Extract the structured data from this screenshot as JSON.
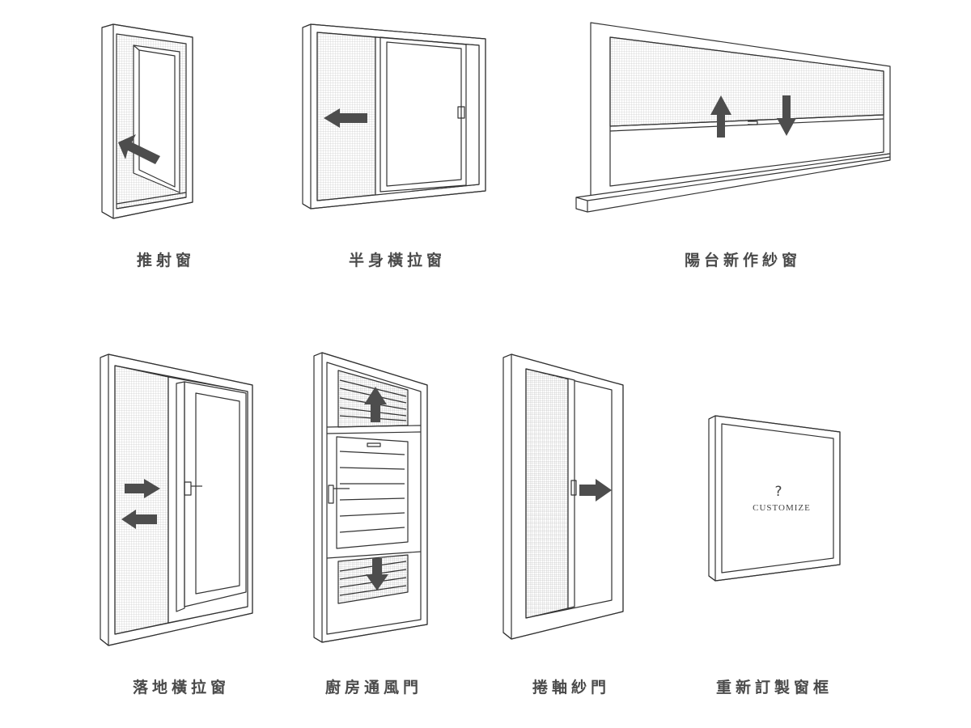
{
  "colors": {
    "line": "#333333",
    "mesh": "#cfcfcf",
    "arrow": "#4d4d4d",
    "label": "#4a4a4a"
  },
  "products": [
    {
      "label": "推射窗",
      "arrow_icons": [
        "arrow-up-left-icon"
      ]
    },
    {
      "label": "半身橫拉窗",
      "arrow_icons": [
        "arrow-left-icon"
      ]
    },
    {
      "label": "陽台新作紗窗",
      "arrow_icons": [
        "arrow-up-icon",
        "arrow-down-icon"
      ]
    },
    {
      "label": "落地橫拉窗",
      "arrow_icons": [
        "arrow-right-icon",
        "arrow-left-icon"
      ]
    },
    {
      "label": "廚房通風門",
      "arrow_icons": [
        "arrow-up-icon",
        "arrow-down-icon"
      ]
    },
    {
      "label": "捲軸紗門",
      "arrow_icons": [
        "arrow-right-icon"
      ]
    },
    {
      "label": "重新訂製窗框",
      "arrow_icons": []
    }
  ],
  "customize": {
    "symbol": "?",
    "text": "CUSTOMIZE"
  }
}
